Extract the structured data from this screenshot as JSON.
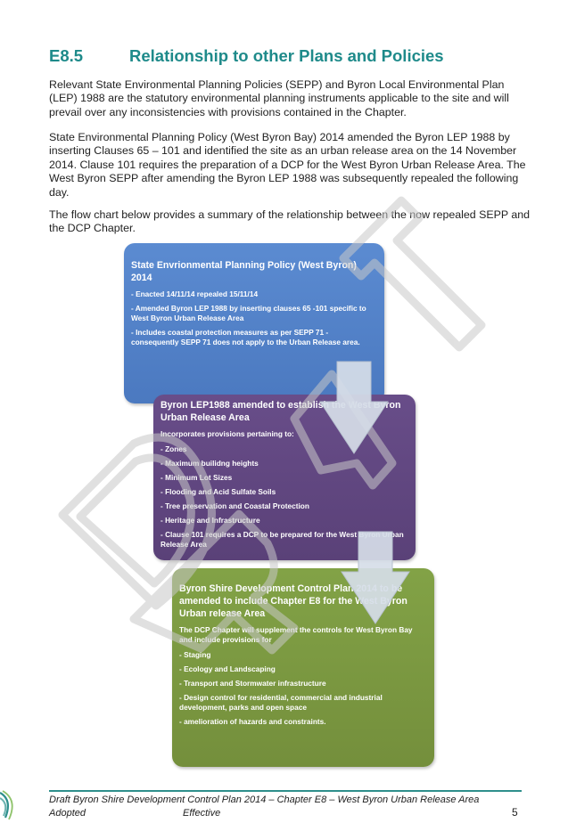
{
  "heading": {
    "number": "E8.5",
    "title": "Relationship to other Plans and Policies"
  },
  "paragraphs": [
    "Relevant State Environmental Planning Policies (SEPP) and Byron Local Environmental Plan (LEP) 1988 are the statutory environmental planning instruments applicable to the site and will prevail over any inconsistencies with provisions contained in the Chapter.",
    "State Environmental Planning Policy (West Byron Bay) 2014 amended the Byron LEP 1988 by inserting Clauses 65 – 101 and identified the site as an urban release area on the 14 November 2014.  Clause 101 requires the preparation of a DCP for the West Byron Urban Release Area. The West Byron SEPP after amending the Byron LEP 1988 was subsequently repealed the following day.",
    "The flow chart below provides a summary of the relationship between the now repealed SEPP and the DCP Chapter."
  ],
  "flowchart": {
    "box1": {
      "title": "State Envrionmental Planning Policy (West Byron) 2014",
      "items": [
        "- Enacted 14/11/14 repealed 15/11/14",
        "- Amended Byron LEP 1988 by inserting clauses 65 -101 specific to West Byron Urban Release Area",
        "- Includes  coastal protection measures as per SEPP 71 - consequently SEPP 71 does not apply to the Urban  Release area."
      ],
      "color": "#4f7fc5"
    },
    "box2": {
      "title": "Byron LEP1988 amended to establish the West Byron Urban Release Area",
      "intro": "Incorporates provisions pertaining to:",
      "items": [
        "- Zones",
        "- Maximum builidng heights",
        "- Minimum Lot Sizes",
        "- Flooding and Acid Sulfate Soils",
        "- Tree preservation and Coastal Protection",
        "- Heritage and Infrastructure",
        "- Clause 101 requires a DCP to be prepared for the West Byron Urban Release Area"
      ],
      "color": "#5e4680"
    },
    "box3": {
      "title": "Byron Shire Development Control Plan 2014 to be amended to include Chapter E8 for the West Byron Urban release Area",
      "intro": "The DCP Chapter will supplement the controls for West Byron Bay and include provisions for",
      "items": [
        "- Staging",
        "- Ecology and Landscaping",
        "- Transport and Stormwater infrastructure",
        "- Design control for residential, commercial and industrial development, parks and open space",
        "- amelioration of hazards and constraints."
      ],
      "color": "#7a9640"
    }
  },
  "watermark": "DRAFT",
  "footer": {
    "line1": "Draft Byron Shire Development Control Plan 2014 – Chapter E8 – West Byron Urban Release Area",
    "adopted": "Adopted",
    "effective": "Effective",
    "page": "5"
  },
  "colors": {
    "heading": "#1e8a8a",
    "footer_rule": "#2e8f8c"
  }
}
